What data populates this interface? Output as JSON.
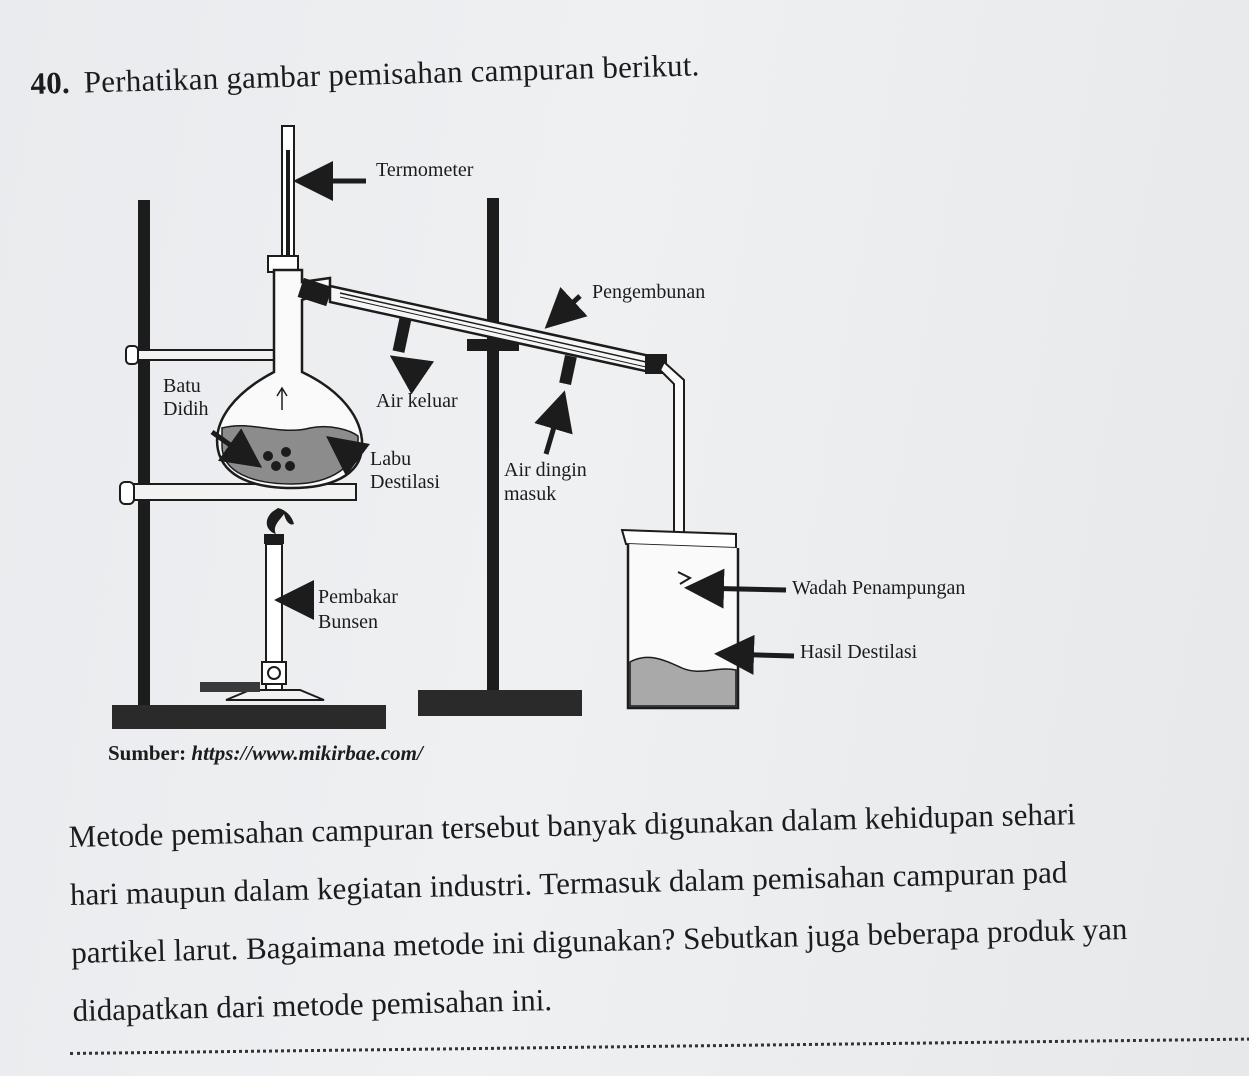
{
  "question": {
    "number": "40.",
    "text": "Perhatikan gambar pemisahan campuran berikut."
  },
  "figure": {
    "labels": {
      "thermometer": "Termometer",
      "condenser": "Pengembunan",
      "boiling_chip_line1": "Batu",
      "boiling_chip_line2": "Didih",
      "water_out": "Air keluar",
      "flask_line1": "Labu",
      "flask_line2": "Destilasi",
      "water_in_line1": "Air dingin",
      "water_in_line2": "masuk",
      "burner_line1": "Pembakar",
      "burner_line2": "Bunsen",
      "receiver": "Wadah Penampungan",
      "distillate": "Hasil Destilasi"
    },
    "source_label": "Sumber:",
    "source_url": "https://www.mikirbae.com/"
  },
  "body": {
    "lines": [
      "Metode pemisahan campuran tersebut banyak digunakan dalam kehidupan sehari",
      "hari maupun dalam kegiatan industri. Termasuk dalam pemisahan campuran pad",
      "partikel larut. Bagaimana metode ini digunakan? Sebutkan juga beberapa produk yan",
      "didapatkan dari metode pemisahan ini."
    ]
  },
  "colors": {
    "ink": "#1c1c1c",
    "liquid": "#8c8c8c",
    "distillate": "#a9a9a9"
  }
}
